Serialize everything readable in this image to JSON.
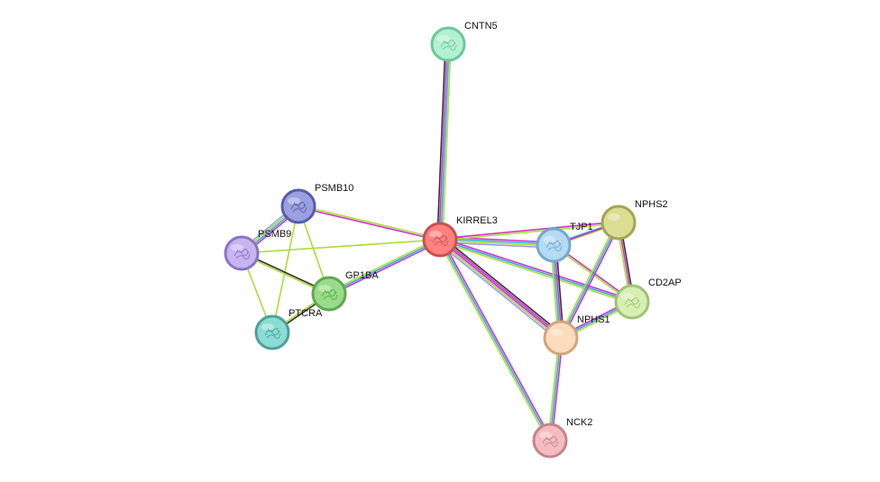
{
  "network": {
    "nodes": [
      {
        "id": "KIRREL3",
        "label": "KIRREL3",
        "fill": "#ff8080",
        "stroke": "#c85050",
        "icon": "protein-structure-icon",
        "query": true
      },
      {
        "id": "CNTN5",
        "label": "CNTN5",
        "fill": "#b4f0d2",
        "stroke": "#6cc79a",
        "icon": "protein-structure-icon"
      },
      {
        "id": "PSMB10",
        "label": "PSMB10",
        "fill": "#9aa0e0",
        "stroke": "#555ea8",
        "icon": "protein-structure-icon"
      },
      {
        "id": "PSMB9",
        "label": "PSMB9",
        "fill": "#c7b4f0",
        "stroke": "#8a74c4",
        "icon": "protein-structure-icon"
      },
      {
        "id": "GP1BA",
        "label": "GP1BA",
        "fill": "#98dc88",
        "stroke": "#5ea852",
        "icon": "protein-structure-icon"
      },
      {
        "id": "PTCRA",
        "label": "PTCRA",
        "fill": "#8adcd4",
        "stroke": "#4ea09a",
        "icon": "protein-structure-icon"
      },
      {
        "id": "TJP1",
        "label": "TJP1",
        "fill": "#b4daf4",
        "stroke": "#74a8cc",
        "icon": "protein-structure-icon"
      },
      {
        "id": "NPHS2",
        "label": "NPHS2",
        "fill": "#dcdc92",
        "stroke": "#a4a454",
        "icon": "none"
      },
      {
        "id": "CD2AP",
        "label": "CD2AP",
        "fill": "#d8eeb4",
        "stroke": "#9cc474",
        "icon": "protein-structure-icon"
      },
      {
        "id": "NPHS1",
        "label": "NPHS1",
        "fill": "#fcdcbc",
        "stroke": "#d0a480",
        "icon": "none"
      },
      {
        "id": "NCK2",
        "label": "NCK2",
        "fill": "#f4bcc0",
        "stroke": "#c48488",
        "icon": "protein-structure-icon"
      }
    ],
    "edges": [
      {
        "source": "KIRREL3",
        "target": "CNTN5",
        "colors": [
          "#333333",
          "#cc33cc",
          "#33aadd",
          "#aadd33"
        ]
      },
      {
        "source": "KIRREL3",
        "target": "PSMB10",
        "colors": [
          "#cc33cc",
          "#aadd33"
        ]
      },
      {
        "source": "KIRREL3",
        "target": "PSMB9",
        "colors": [
          "#aadd33"
        ]
      },
      {
        "source": "KIRREL3",
        "target": "GP1BA",
        "colors": [
          "#cc33cc",
          "#33aadd",
          "#aadd33"
        ]
      },
      {
        "source": "KIRREL3",
        "target": "TJP1",
        "colors": [
          "#cc33cc",
          "#33aadd",
          "#aadd33",
          "#9999ff"
        ]
      },
      {
        "source": "KIRREL3",
        "target": "NPHS2",
        "colors": [
          "#cc33cc",
          "#aadd33"
        ]
      },
      {
        "source": "KIRREL3",
        "target": "CD2AP",
        "colors": [
          "#cc33cc",
          "#33aadd",
          "#aadd33"
        ]
      },
      {
        "source": "KIRREL3",
        "target": "NPHS1",
        "colors": [
          "#333333",
          "#cc33cc",
          "#33aadd",
          "#aadd33",
          "#9999ff"
        ]
      },
      {
        "source": "KIRREL3",
        "target": "NCK2",
        "colors": [
          "#cc33cc",
          "#33aadd",
          "#aadd33"
        ]
      },
      {
        "source": "PSMB10",
        "target": "PSMB9",
        "colors": [
          "#cc33cc",
          "#33aadd",
          "#aadd33",
          "#9999ff"
        ]
      },
      {
        "source": "PSMB10",
        "target": "GP1BA",
        "colors": [
          "#aadd33"
        ]
      },
      {
        "source": "PSMB10",
        "target": "PTCRA",
        "colors": [
          "#aadd33"
        ]
      },
      {
        "source": "PSMB9",
        "target": "GP1BA",
        "colors": [
          "#333333",
          "#aadd33"
        ]
      },
      {
        "source": "PSMB9",
        "target": "PTCRA",
        "colors": [
          "#aadd33"
        ]
      },
      {
        "source": "GP1BA",
        "target": "PTCRA",
        "colors": [
          "#333333",
          "#aadd33"
        ]
      },
      {
        "source": "TJP1",
        "target": "NPHS2",
        "colors": [
          "#33aadd",
          "#aadd33"
        ]
      },
      {
        "source": "TJP1",
        "target": "CD2AP",
        "colors": [
          "#cc33cc",
          "#aadd33"
        ]
      },
      {
        "source": "TJP1",
        "target": "NPHS1",
        "colors": [
          "#333333",
          "#cc33cc",
          "#33aadd",
          "#aadd33"
        ]
      },
      {
        "source": "NPHS2",
        "target": "CD2AP",
        "colors": [
          "#333333",
          "#cc33cc",
          "#aadd33"
        ]
      },
      {
        "source": "NPHS2",
        "target": "NPHS1",
        "colors": [
          "#cc33cc",
          "#33aadd",
          "#aadd33"
        ]
      },
      {
        "source": "NPHS1",
        "target": "CD2AP",
        "colors": [
          "#cc33cc",
          "#33aadd",
          "#aadd33"
        ]
      },
      {
        "source": "NPHS1",
        "target": "NCK2",
        "colors": [
          "#cc33cc",
          "#33aadd",
          "#aadd33"
        ]
      },
      {
        "source": "TJP1",
        "target": "NPHS2",
        "colors": [
          "#cc33cc"
        ]
      },
      {
        "source": "KIRREL3",
        "target": "NPHS1",
        "colors": [
          "#cc33cc"
        ]
      }
    ]
  }
}
